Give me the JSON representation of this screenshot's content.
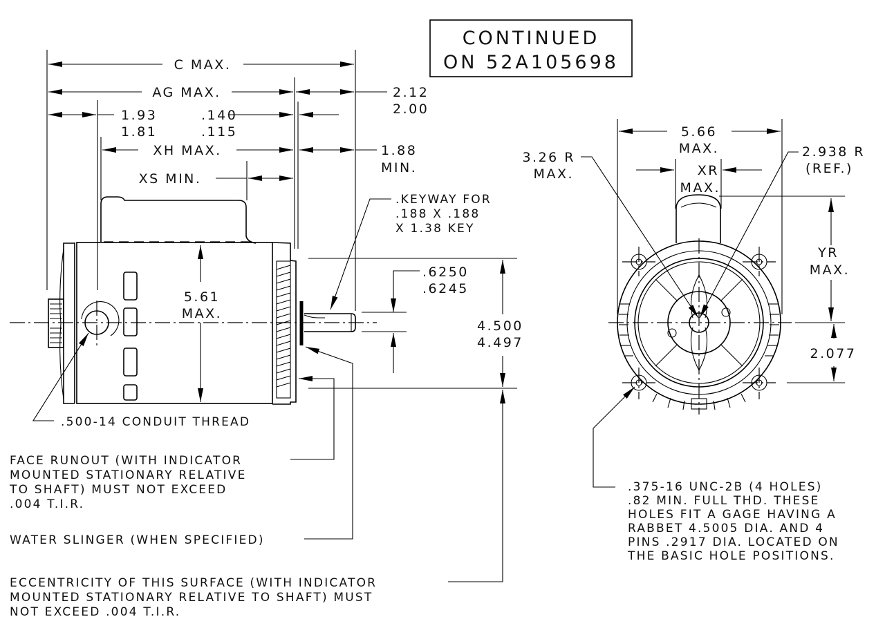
{
  "title_box": {
    "line1": "CONTINUED",
    "line2": "ON 52A105698"
  },
  "side_view": {
    "dimensions": {
      "c_max": "C MAX.",
      "ag_max": "AG MAX.",
      "shaft_ext_upper": "2.12",
      "shaft_ext_lower": "2.00",
      "left_offset_upper": "1.93",
      "left_offset_lower": "1.81",
      "face_gap_upper": ".140",
      "face_gap_lower": ".115",
      "xh_max": "XH MAX.",
      "shaft_min_upper": "1.88",
      "shaft_min_lower": "MIN.",
      "xs_min": "XS MIN.",
      "height_value": "5.61",
      "height_label": "MAX.",
      "shaft_dia_upper": ".6250",
      "shaft_dia_lower": ".6245",
      "rabbet_dia_upper": "4.500",
      "rabbet_dia_lower": "4.497"
    },
    "callouts": {
      "keyway": [
        ".KEYWAY FOR",
        ".188 X .188",
        "X 1.38 KEY"
      ],
      "conduit": ".500-14 CONDUIT THREAD"
    }
  },
  "notes": {
    "face_runout": [
      "FACE RUNOUT (WITH INDICATOR",
      "MOUNTED STATIONARY RELATIVE",
      "TO SHAFT) MUST NOT EXCEED",
      ".004 T.I.R."
    ],
    "water_slinger": "WATER SLINGER (WHEN SPECIFIED)",
    "eccentricity": [
      "ECCENTRICITY OF THIS SURFACE (WITH INDICATOR",
      "MOUNTED STATIONARY RELATIVE TO SHAFT) MUST",
      "NOT EXCEED .004 T.I.R."
    ]
  },
  "end_view": {
    "dimensions": {
      "width_value": "5.66",
      "width_label": "MAX.",
      "radius_max_value": "3.26 R",
      "radius_max_label": "MAX.",
      "radius_ref_value": "2.938 R",
      "radius_ref_label": "(REF.)",
      "xr_value": "XR",
      "xr_label": "MAX.",
      "yr_value": "YR",
      "yr_label": "MAX.",
      "bolt_offset": "2.077"
    },
    "hole_note": [
      ".375-16 UNC-2B (4 HOLES)",
      ".82 MIN. FULL THD.  THESE",
      "HOLES FIT A GAGE HAVING A",
      "RABBET 4.5005 DIA. AND 4",
      "PINS .2917 DIA. LOCATED ON",
      "THE BASIC HOLE POSITIONS."
    ]
  }
}
